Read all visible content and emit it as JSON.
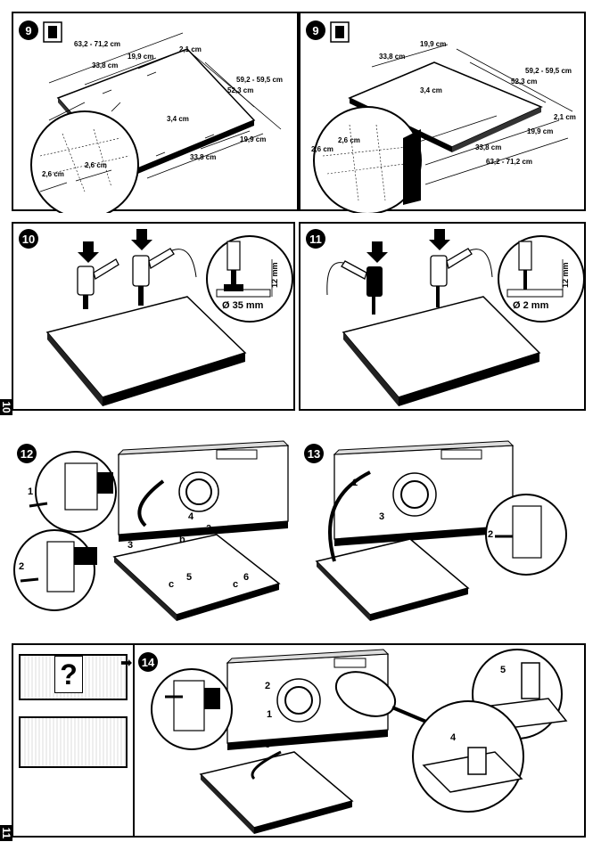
{
  "steps": {
    "s9a": "9",
    "s9b": "9",
    "s10": "10",
    "s11": "11",
    "s12": "12",
    "s13": "13",
    "s14": "14"
  },
  "page_numbers": {
    "p10": "10",
    "p11": "11"
  },
  "panel9a": {
    "dims": [
      "63,2 - 71,2 cm",
      "2,1 cm",
      "33,8 cm",
      "19,9 cm",
      "59,2 - 59,5 cm",
      "52,3 cm",
      "3,4 cm",
      "19,9 cm",
      "33,8 cm",
      "2,6 cm",
      "2,6 cm"
    ]
  },
  "panel9b": {
    "dims": [
      "19,9 cm",
      "33,8 cm",
      "59,2 - 59,5 cm",
      "52,3 cm",
      "3,4 cm",
      "2,1 cm",
      "19,9 cm",
      "33,8 cm",
      "63,2 - 71,2 cm",
      "2,6 cm",
      "2,6 cm"
    ]
  },
  "panel10": {
    "depth": "12 mm",
    "diameter": "Ø 35 mm"
  },
  "panel11": {
    "depth": "12 mm",
    "diameter": "Ø 2 mm"
  },
  "panel12": {
    "n1": "1",
    "n2": "2",
    "n3": "3",
    "n4": "4",
    "n5": "5",
    "n6": "6",
    "a": "a",
    "b": "b",
    "c1": "c",
    "c2": "c"
  },
  "panel13": {
    "n1": "1",
    "n2": "2",
    "n3": "3"
  },
  "panel14": {
    "q": "?",
    "n1": "1",
    "n2": "2",
    "n3": "3",
    "n4": "4",
    "n5": "5"
  }
}
